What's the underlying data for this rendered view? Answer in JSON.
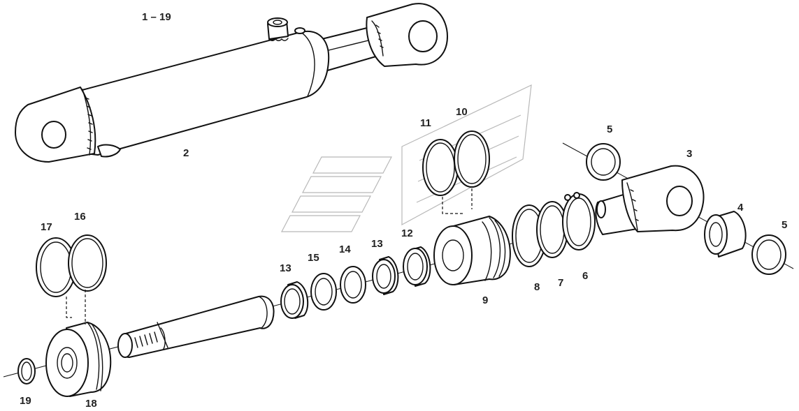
{
  "diagram": {
    "labels": {
      "l_1_19": "1 – 19",
      "l_2": "2",
      "l_3": "3",
      "l_4": "4",
      "l_5a": "5",
      "l_5b": "5",
      "l_6": "6",
      "l_7": "7",
      "l_8": "8",
      "l_9": "9",
      "l_10": "10",
      "l_11": "11",
      "l_12": "12",
      "l_13a": "13",
      "l_13b": "13",
      "l_14": "14",
      "l_15": "15",
      "l_16": "16",
      "l_17": "17",
      "l_18": "18",
      "l_19": "19"
    }
  },
  "colors": {
    "line": "#111111",
    "watermark": "#b8b8b8",
    "background": "#ffffff"
  }
}
